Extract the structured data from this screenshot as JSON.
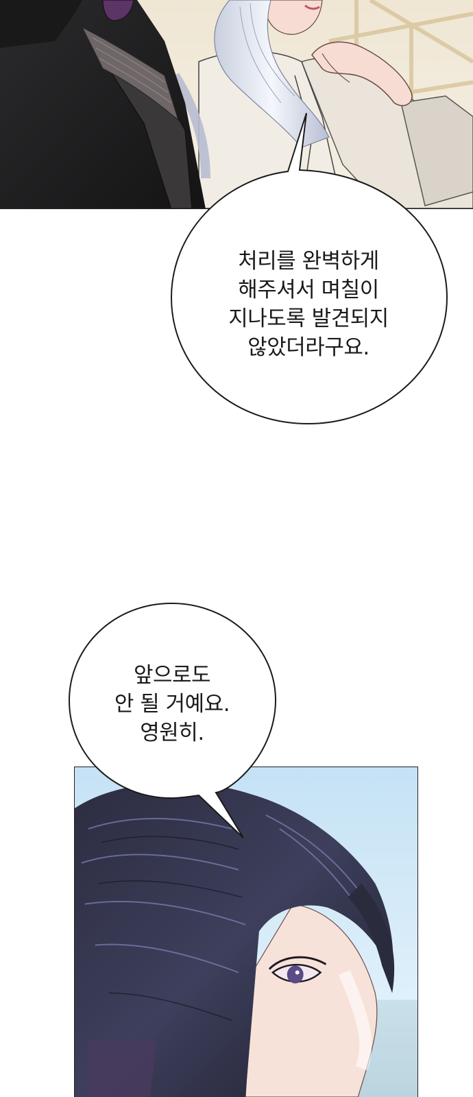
{
  "bubbles": [
    {
      "lines": [
        "처리를 완벽하게",
        "해주셔서 며칠이",
        "지나도록 발견되지",
        "않았더라구요."
      ]
    },
    {
      "lines": [
        "앞으로도",
        "안 될 거예요.",
        "영원히."
      ]
    }
  ],
  "colors": {
    "background": "#ffffff",
    "text": "#1a1a1a",
    "outline": "#222222",
    "suit_dark": "#1f1d1f",
    "hair_light": "#e9eef7",
    "hair_dark": "#2a2b3d",
    "sky": "#cfe7f7",
    "skin": "#f6dcd2"
  }
}
